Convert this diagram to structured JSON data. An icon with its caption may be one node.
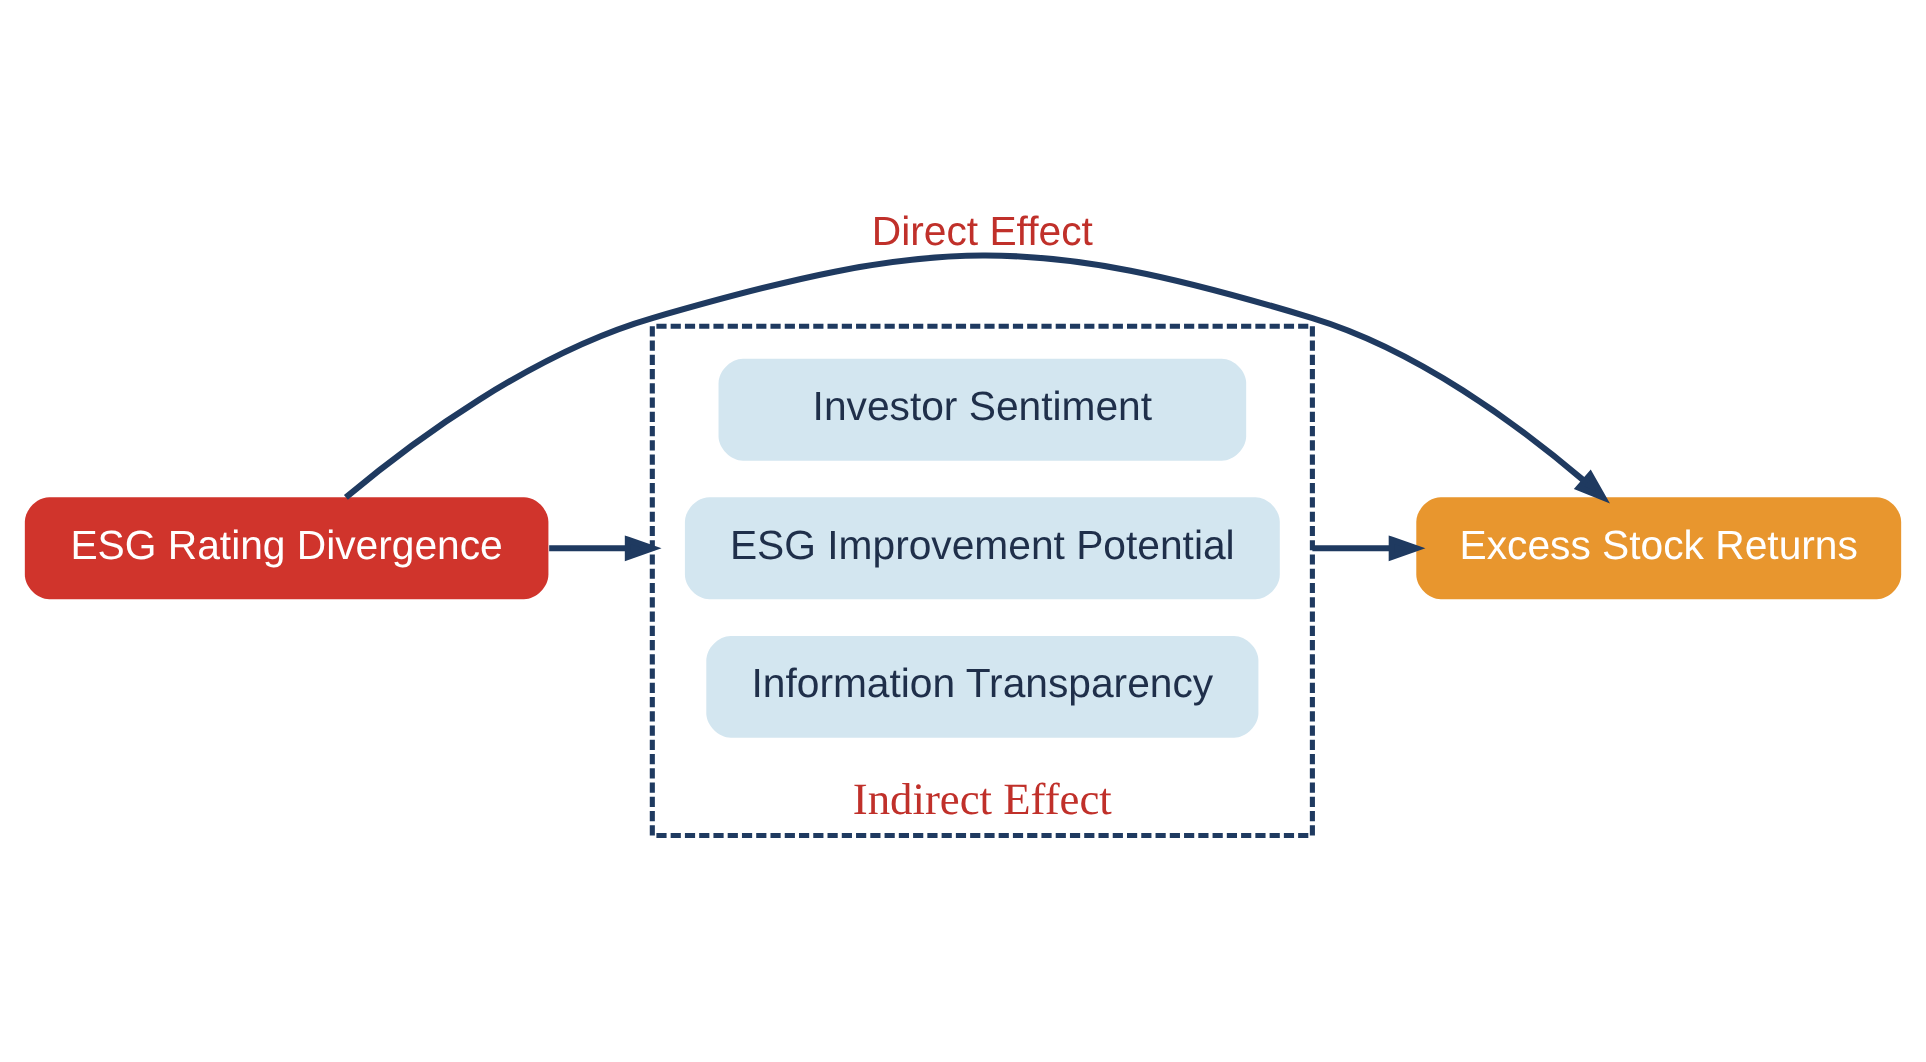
{
  "diagram": {
    "nodes": [
      {
        "text": [
          "ESG Rating Divergence"
        ]
      },
      {
        "text": [
          "Excess Stock Returns"
        ]
      },
      {
        "text": [
          "Indirect Effect"
        ]
      },
      {
        "text": [
          "Investor Sentiment"
        ],
        "in": 2
      },
      {
        "text": [
          "ESG Improvement Potential"
        ],
        "in": 2
      },
      {
        "text": [
          "Information Transparency"
        ],
        "in": 2
      }
    ],
    "edges": [
      {
        "from": 0,
        "to": 1,
        "label": "Direct Effect",
        "arrow": "to"
      },
      {
        "from": 0,
        "to": 2,
        "arrow": "to"
      },
      {
        "from": 2,
        "to": 1,
        "arrow": "to"
      }
    ]
  }
}
